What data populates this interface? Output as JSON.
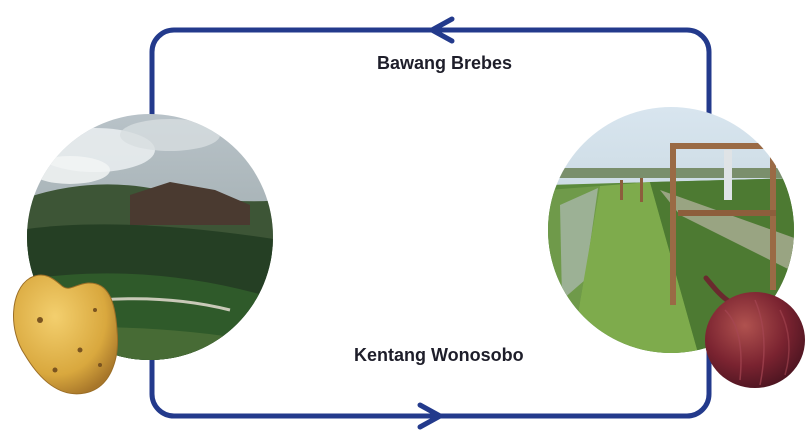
{
  "diagram": {
    "top_label": "Bawang Brebes",
    "bottom_label": "Kentang Wonosobo",
    "cycle_color": "#233a8c",
    "nodes": [
      {
        "name": "wonosobo-highland-photo",
        "icon": "potato-icon"
      },
      {
        "name": "brebes-field-photo",
        "icon": "shallot-icon"
      }
    ]
  }
}
